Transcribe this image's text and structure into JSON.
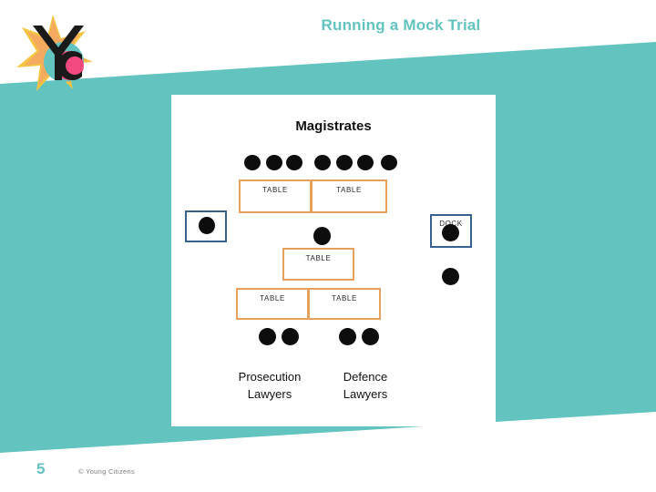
{
  "slide": {
    "title": "Running a Mock Trial",
    "number": "5",
    "copyright": "© Young Citizens",
    "accent_color": "#63c3bf",
    "table_border_color": "#e8a15c",
    "box_border_color": "#39618f",
    "person_color": "#0d0d0d"
  },
  "logo": {
    "name": "Young Citizens",
    "letters": "YC"
  },
  "diagram": {
    "name": "courtroom-layout",
    "magistrates_label": "Magistrates",
    "tables": [
      {
        "label": "TABLE",
        "role": "magistrates-bench-left"
      },
      {
        "label": "TABLE",
        "role": "magistrates-bench-right"
      },
      {
        "label": "TABLE",
        "role": "clerk-table"
      },
      {
        "label": "TABLE",
        "role": "prosecution-table"
      },
      {
        "label": "TABLE",
        "role": "defence-table"
      }
    ],
    "boxes": [
      {
        "label": "",
        "role": "witness-box"
      },
      {
        "label": "DOCK",
        "role": "dock"
      }
    ],
    "magistrate_count": 7,
    "clerk_count": 1,
    "witness_count": 1,
    "dock_count": 1,
    "usher_count": 1,
    "prosecution_count": 2,
    "defence_count": 2,
    "side_labels": [
      {
        "line1": "Prosecution",
        "line2": "Lawyers"
      },
      {
        "line1": "Defence",
        "line2": "Lawyers"
      }
    ]
  }
}
